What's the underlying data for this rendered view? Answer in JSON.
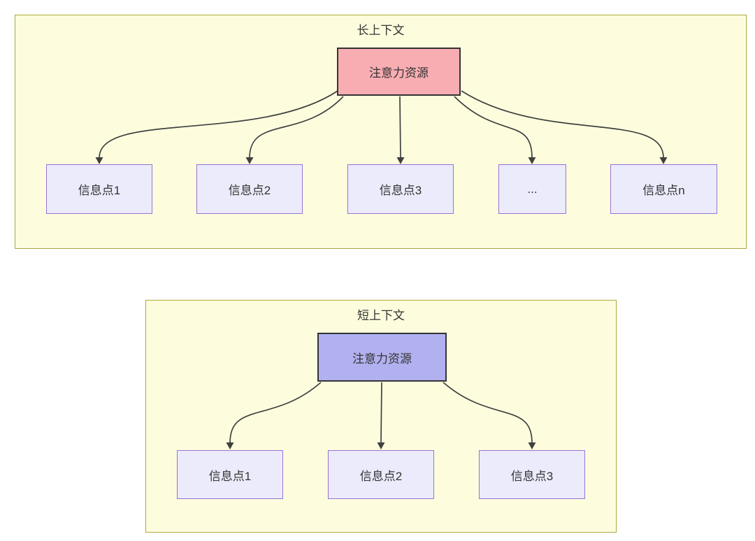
{
  "colors": {
    "container_fill": "#FDFDDE",
    "container_border": "#A9A938",
    "node_fill": "#EBEBFB",
    "node_border": "#9673D6",
    "attention_long_fill": "#F8ADB3",
    "attention_short_fill": "#B1B1F0",
    "attention_border": "#333333",
    "arrow": "#404040",
    "text": "#333333"
  },
  "long_context": {
    "title": "长上下文",
    "attention_label": "注意力资源",
    "nodes": [
      "信息点1",
      "信息点2",
      "信息点3",
      "...",
      "信息点n"
    ]
  },
  "short_context": {
    "title": "短上下文",
    "attention_label": "注意力资源",
    "nodes": [
      "信息点1",
      "信息点2",
      "信息点3"
    ]
  }
}
